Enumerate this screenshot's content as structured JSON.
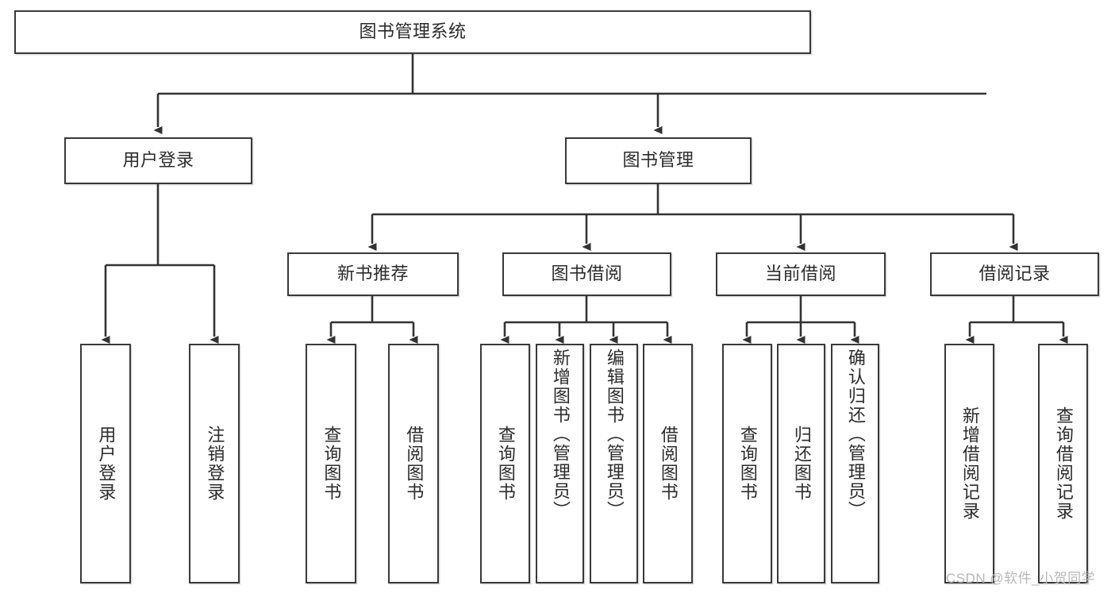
{
  "diagram": {
    "title": "图书管理系统",
    "root": {
      "label": "图书管理系统",
      "name": "node-root-library-management-system"
    },
    "level1": [
      {
        "label": "用户登录",
        "name": "node-user-login"
      },
      {
        "label": "图书管理",
        "name": "node-book-management"
      }
    ],
    "level2": [
      {
        "label": "新书推荐",
        "name": "node-new-book-recommendation"
      },
      {
        "label": "图书借阅",
        "name": "node-book-borrowing"
      },
      {
        "label": "当前借阅",
        "name": "node-current-borrowing"
      },
      {
        "label": "借阅记录",
        "name": "node-borrowing-records"
      }
    ],
    "leaves": {
      "user_login": [
        {
          "label": "用户登录",
          "name": "leaf-user-login"
        },
        {
          "label": "注销登录",
          "name": "leaf-logout"
        }
      ],
      "new_book_recommendation": [
        {
          "label": "查询图书",
          "name": "leaf-query-book-recommend"
        },
        {
          "label": "借阅图书",
          "name": "leaf-borrow-book-recommend"
        }
      ],
      "book_borrowing": [
        {
          "label": "查询图书",
          "name": "leaf-query-book-borrowing"
        },
        {
          "label": "新增图书（管理员）",
          "name": "leaf-add-book-admin"
        },
        {
          "label": "编辑图书（管理员）",
          "name": "leaf-edit-book-admin"
        },
        {
          "label": "借阅图书",
          "name": "leaf-borrow-book-borrowing"
        }
      ],
      "current_borrowing": [
        {
          "label": "查询图书",
          "name": "leaf-query-book-current"
        },
        {
          "label": "归还图书",
          "name": "leaf-return-book"
        },
        {
          "label": "确认归还（管理员）",
          "name": "leaf-confirm-return-admin"
        }
      ],
      "borrowing_records": [
        {
          "label": "新增借阅记录",
          "name": "leaf-add-borrow-record"
        },
        {
          "label": "查询借阅记录",
          "name": "leaf-query-borrow-record"
        }
      ]
    },
    "watermark": "CSDN @软件_小贺同学",
    "colors": {
      "box_border": "#393939",
      "box_fill": "#ffffff",
      "connector": "#333333",
      "text": "#2b2b2b",
      "watermark": "#b8b8b8",
      "background": "#ffffff"
    }
  }
}
